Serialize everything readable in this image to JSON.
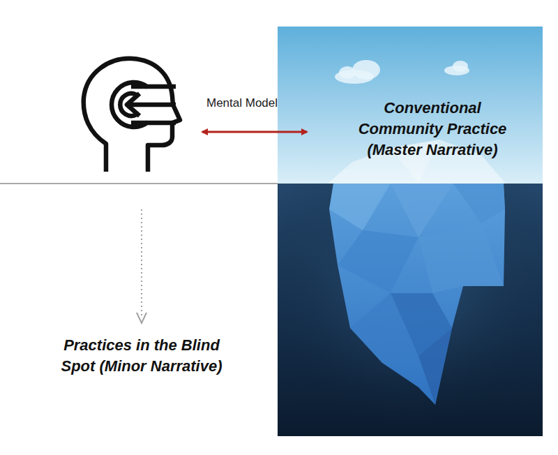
{
  "diagram": {
    "nodes": [
      {
        "text": [
          "Conventional Community Practice (Master Narrative)"
        ]
      }
    ],
    "labels": [
      "Mental Model",
      "Practices in the Blind Spot (Minor Narrative)"
    ]
  }
}
